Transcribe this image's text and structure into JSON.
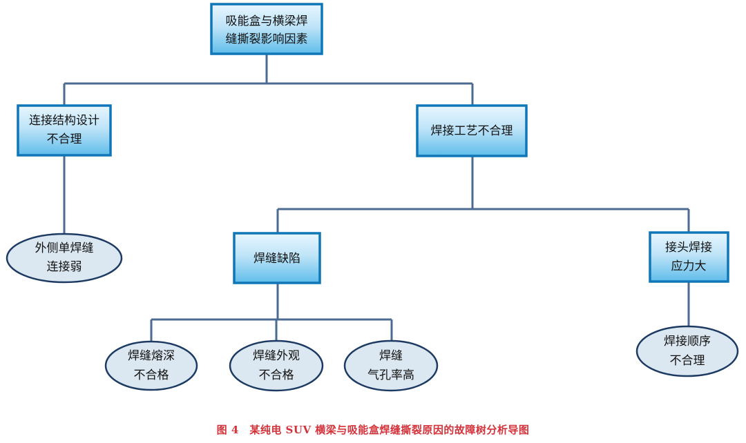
{
  "diagram": {
    "nodes": {
      "root": [
        "吸能盒与横梁焊",
        "缝撕裂影响因素"
      ],
      "connection_design": [
        "连接结构设计",
        "不合理"
      ],
      "welding_process": [
        "焊接工艺不合理"
      ],
      "outer_single_weld": [
        "外侧单焊缝",
        "连接弱"
      ],
      "weld_defect": [
        "焊缝缺陷"
      ],
      "joint_stress": [
        "接头焊接",
        "应力大"
      ],
      "penetration": [
        "焊缝熔深",
        "不合格"
      ],
      "appearance": [
        "焊缝外观",
        "不合格"
      ],
      "porosity": [
        "焊缝",
        "气孔率高"
      ],
      "sequence": [
        "焊接顺序",
        "不合理"
      ]
    }
  },
  "caption": "图 4　某纯电 SUV 横梁与吸能盒焊缝撕裂原因的故障树分析导图",
  "colors": {
    "box_border": "#0f76b8",
    "box_fill_top": "#e8f6ff",
    "box_fill_bottom": "#5fbdea",
    "oval_fill": "#dce8f1",
    "oval_border": "#1d3a63",
    "connector": "#4b6b92",
    "caption": "#d4323a"
  }
}
